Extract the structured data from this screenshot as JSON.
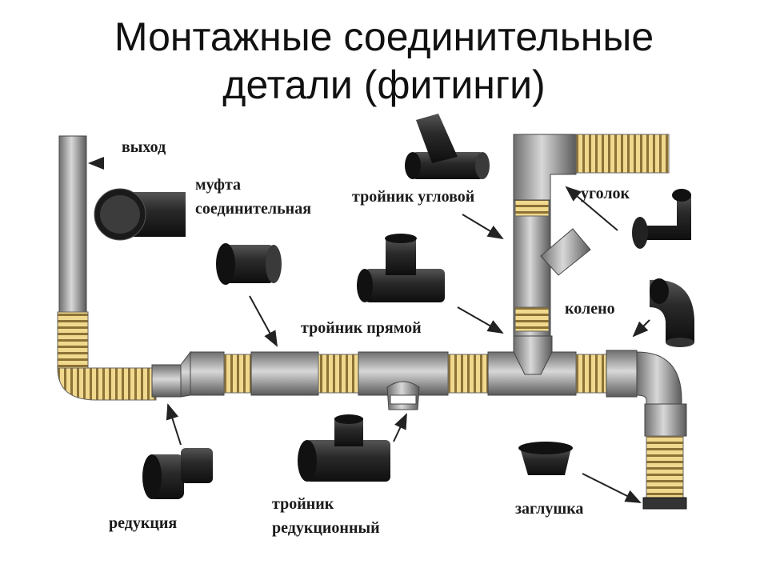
{
  "title": {
    "line1": "Монтажные соединительные",
    "line2": "детали (фитинги)"
  },
  "labels": {
    "outlet": "выход",
    "coupling_line1": "муфта",
    "coupling_line2": "соединительная",
    "angle_tee": "тройник угловой",
    "elbow": "уголок",
    "straight_tee": "тройник прямой",
    "bend": "колено",
    "reducer": "редукция",
    "reducing_tee_line1": "тройник",
    "reducing_tee_line2": "редукционный",
    "plug": "заглушка"
  },
  "colors": {
    "pipe_gray": "#9a9a9a",
    "corrugated": "#e6c978",
    "fitting_black": "#222222"
  }
}
